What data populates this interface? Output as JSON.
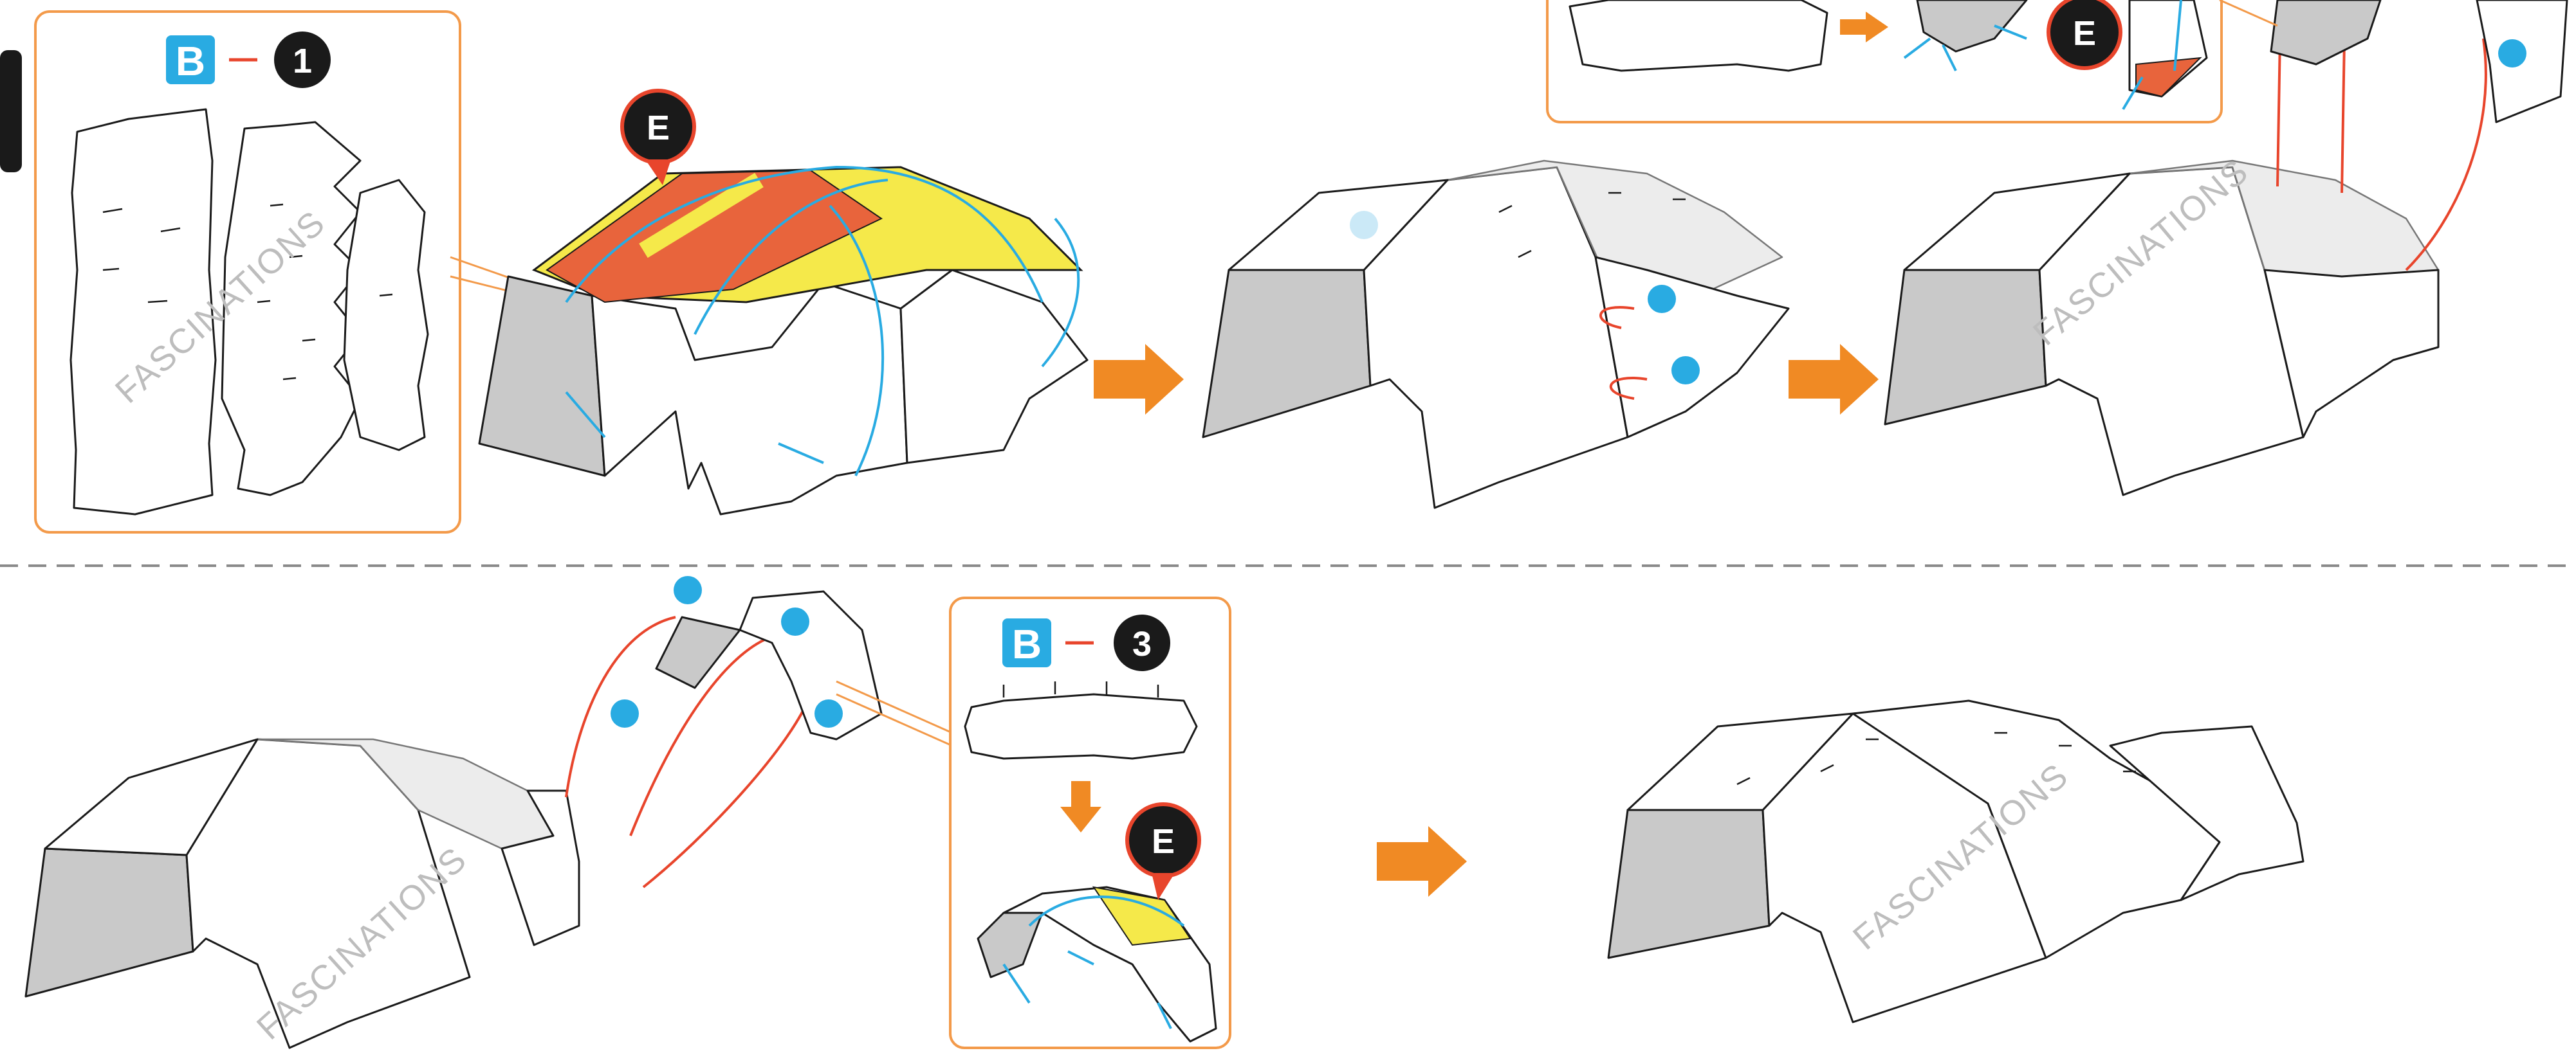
{
  "watermark": "FASCINATIONS",
  "callouts": {
    "step1": {
      "letter": "B",
      "number": "1"
    },
    "step3": {
      "letter": "B",
      "number": "3"
    },
    "part_marker": "E"
  },
  "colors": {
    "accent_orange": "#f39a4a",
    "arrow_orange": "#f08a24",
    "blue": "#29abe2",
    "red": "#e8452c",
    "yellow": "#f5e94a",
    "dark": "#1a1a1a",
    "part_grey": "#c9c9c9"
  },
  "icons": [
    "step-arrow-icon",
    "connect-dot-icon",
    "part-marker-icon",
    "letter-badge-icon",
    "number-badge-icon"
  ]
}
